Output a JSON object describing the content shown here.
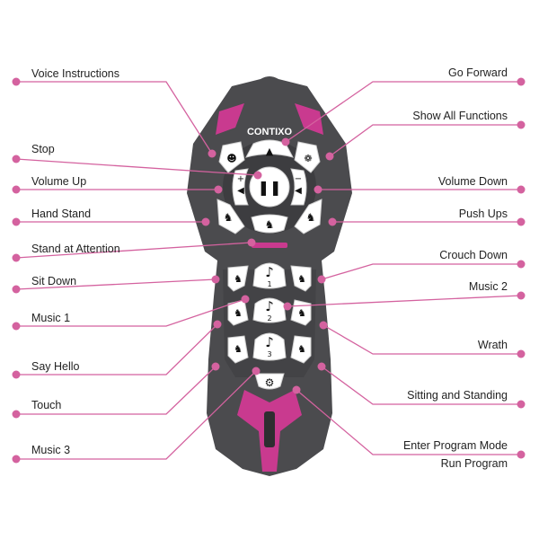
{
  "brand": {
    "logo_text": "CONTIXO"
  },
  "colors": {
    "accent": "#d4629f",
    "body": "#4b4b4e",
    "trim": "#c93a8f",
    "button": "#ffffff"
  },
  "left_labels": [
    {
      "text": "Voice Instructions"
    },
    {
      "text": "Stop"
    },
    {
      "text": "Volume Up"
    },
    {
      "text": "Hand Stand"
    },
    {
      "text": "Stand at Attention"
    },
    {
      "text": "Sit Down"
    },
    {
      "text": "Music 1"
    },
    {
      "text": "Say Hello"
    },
    {
      "text": "Touch"
    },
    {
      "text": "Music 3"
    }
  ],
  "right_labels": [
    {
      "text": "Go Forward"
    },
    {
      "text": "Show All Functions"
    },
    {
      "text": "Volume Down"
    },
    {
      "text": "Push Ups"
    },
    {
      "text": "Crouch Down"
    },
    {
      "text": "Music 2"
    },
    {
      "text": "Wrath"
    },
    {
      "text": "Sitting and Standing"
    },
    {
      "text": "Enter Program Mode"
    },
    {
      "text": "Run Program"
    }
  ],
  "buttons": {
    "music1": "1",
    "music2": "2",
    "music3": "3",
    "vol_up_sign": "+",
    "vol_down_sign": "−"
  }
}
